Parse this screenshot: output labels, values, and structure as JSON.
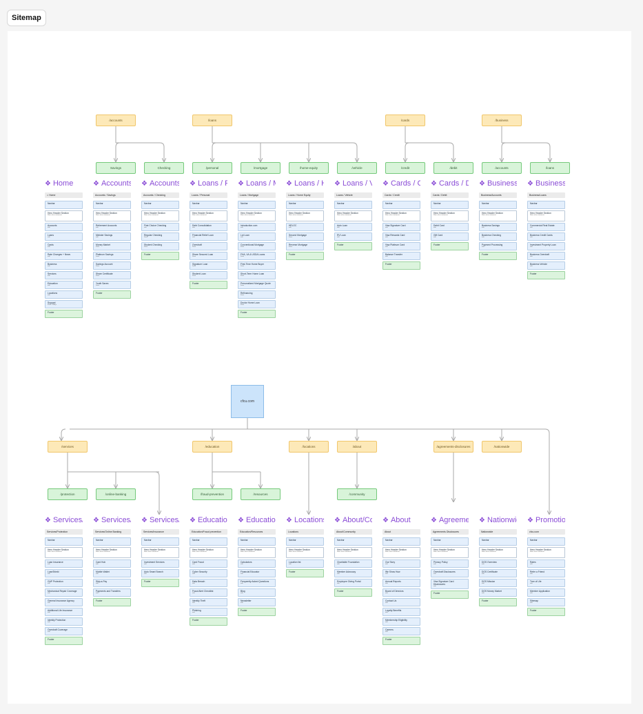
{
  "title": "Sitemap",
  "root": "cfcu.com",
  "top_sections": [
    {
      "label": "/accounts",
      "children": [
        "Savings",
        "Checking"
      ]
    },
    {
      "label": "/loans",
      "children": [
        "/personal",
        "/mortgage",
        "/home-equity",
        "/vehicle"
      ]
    },
    {
      "label": "/cards",
      "children": [
        "/credit",
        "/debit"
      ]
    },
    {
      "label": "/business",
      "children": [
        "/accounts",
        "/loans"
      ]
    }
  ],
  "bottom_sections": [
    {
      "label": "/services",
      "children": [
        "/protection",
        "/online-banking"
      ]
    },
    {
      "label": "/education",
      "children": [
        "/fraud-prevention",
        "/resources"
      ]
    },
    {
      "label": "/locations",
      "children": []
    },
    {
      "label": "/about",
      "children": [
        "/community"
      ]
    },
    {
      "label": "/agreements-disclosures",
      "children": []
    },
    {
      "label": "/nationwide",
      "children": []
    }
  ],
  "top_columns": [
    {
      "header": "Home",
      "title": "⌂ Home",
      "items": [
        {
          "t": "Navbar",
          "k": "nav"
        },
        {
          "t": "Hero Header Section",
          "s": "Main value statement",
          "k": "hero"
        },
        {
          "t": "Accounts",
          "s": "edit"
        },
        {
          "t": "Loans",
          "s": "edit"
        },
        {
          "t": "Cards",
          "s": "edit"
        },
        {
          "t": "Rate Changes + News",
          "s": "edit"
        },
        {
          "t": "Business",
          "s": "edit"
        },
        {
          "t": "Services",
          "s": "edit"
        },
        {
          "t": "Education",
          "s": "edit"
        },
        {
          "t": "Locations",
          "s": "edit"
        },
        {
          "t": "Support",
          "s": "Form + FAQs"
        },
        {
          "t": "Footer",
          "k": "foot"
        }
      ]
    },
    {
      "header": "Accounts / Savings",
      "title": "Accounts / Savings",
      "items": [
        {
          "t": "Navbar",
          "k": "nav"
        },
        {
          "t": "Hero Header Section",
          "s": "Main value statement",
          "k": "hero"
        },
        {
          "t": "Retirement Accounts",
          "s": "edit"
        },
        {
          "t": "Minister Savings",
          "s": "edit"
        },
        {
          "t": "Money Market",
          "s": "Form"
        },
        {
          "t": "Platinum Savings",
          "s": "Form"
        },
        {
          "t": "Savings Account",
          "s": "Form"
        },
        {
          "t": "Share Certificate",
          "s": "Form"
        },
        {
          "t": "Youth Saves",
          "s": "Form"
        },
        {
          "t": "Footer",
          "k": "foot"
        }
      ]
    },
    {
      "header": "Accounts / Checking",
      "title": "Accounts / Checking",
      "items": [
        {
          "t": "Navbar",
          "k": "nav"
        },
        {
          "t": "Hero Header Section",
          "s": "Main value statement",
          "k": "hero"
        },
        {
          "t": "First Choice Checking",
          "s": "edit"
        },
        {
          "t": "Regular Checking",
          "s": "Form"
        },
        {
          "t": "Student Checking",
          "s": "Form"
        },
        {
          "t": "Footer",
          "k": "foot"
        }
      ]
    },
    {
      "header": "Loans / Personal",
      "title": "Loans / Personal",
      "items": [
        {
          "t": "Navbar",
          "k": "nav"
        },
        {
          "t": "Hero Header Section",
          "s": "Main value statement",
          "k": "hero"
        },
        {
          "t": "Debt Consolidation",
          "s": "edit"
        },
        {
          "t": "Financial Relief Loan",
          "s": "edit"
        },
        {
          "t": "Overdraft",
          "s": "Form"
        },
        {
          "t": "Share Secured Loan",
          "s": "Form"
        },
        {
          "t": "Signature Loan",
          "s": "Form"
        },
        {
          "t": "Student Loan",
          "s": "Form"
        },
        {
          "t": "Footer",
          "k": "foot"
        }
      ]
    },
    {
      "header": "Loans / Mortgage",
      "title": "Loans / Mortgage",
      "items": [
        {
          "t": "Navbar",
          "k": "nav"
        },
        {
          "t": "Hero Header Section",
          "s": "Main value statement",
          "k": "hero"
        },
        {
          "t": "Introduction.com",
          "s": "edit"
        },
        {
          "t": "Lot Loan",
          "s": "edit"
        },
        {
          "t": "Conventional Mortgage",
          "s": "Form"
        },
        {
          "t": "FHA, VA & USDA Loans",
          "s": "Form"
        },
        {
          "t": "First-Time Home Buyer",
          "s": "Form"
        },
        {
          "t": "Short-Term Home Loan",
          "s": "Form"
        },
        {
          "t": "Personalized Mortgage Quote",
          "s": "Form"
        },
        {
          "t": "Refinancing",
          "s": "Form"
        },
        {
          "t": "Doctor Home Loan",
          "s": "Form"
        },
        {
          "t": "Footer",
          "k": "foot"
        }
      ]
    },
    {
      "header": "Loans / Home Equity",
      "title": "Loans / Home Equity",
      "items": [
        {
          "t": "Navbar",
          "k": "nav"
        },
        {
          "t": "Hero Header Section",
          "s": "Main value statement",
          "k": "hero"
        },
        {
          "t": "HELOC",
          "s": "edit"
        },
        {
          "t": "Second Mortgage",
          "s": "Form"
        },
        {
          "t": "Reverse Mortgage",
          "s": "Form"
        },
        {
          "t": "Footer",
          "k": "foot"
        }
      ]
    },
    {
      "header": "Loans / Vehicle",
      "title": "Loans / Vehicle",
      "items": [
        {
          "t": "Navbar",
          "k": "nav"
        },
        {
          "t": "Hero Header Section",
          "s": "Main value statement",
          "k": "hero"
        },
        {
          "t": "Auto Loan",
          "s": "edit"
        },
        {
          "t": "RV Loan",
          "s": "edit"
        },
        {
          "t": "Footer",
          "k": "foot"
        }
      ]
    },
    {
      "header": "Cards / Credit",
      "title": "Cards / Credit",
      "items": [
        {
          "t": "Navbar",
          "k": "nav"
        },
        {
          "t": "Hero Header Section",
          "s": "Main value statement",
          "k": "hero"
        },
        {
          "t": "Visa Signature Card",
          "s": "edit"
        },
        {
          "t": "Visa Rewards Card",
          "s": "edit"
        },
        {
          "t": "Visa Platinum Card",
          "s": "edit"
        },
        {
          "t": "Balance Transfer",
          "s": "edit"
        },
        {
          "t": "Footer",
          "k": "foot"
        }
      ]
    },
    {
      "header": "Cards / Debit",
      "title": "Cards / Debit",
      "items": [
        {
          "t": "Navbar",
          "k": "nav"
        },
        {
          "t": "Hero Header Section",
          "s": "Main value statement",
          "k": "hero"
        },
        {
          "t": "Debit Card",
          "s": "edit"
        },
        {
          "t": "Gift Card",
          "s": "edit"
        },
        {
          "t": "Footer",
          "k": "foot"
        }
      ]
    },
    {
      "header": "Business/Accounts",
      "title": "Business/Accounts",
      "items": [
        {
          "t": "Navbar",
          "k": "nav"
        },
        {
          "t": "Hero Header Section",
          "s": "Main value statement",
          "k": "hero"
        },
        {
          "t": "Business Savings",
          "s": "edit"
        },
        {
          "t": "Business Checking",
          "s": "edit"
        },
        {
          "t": "Payment Processing",
          "s": "edit"
        },
        {
          "t": "Footer",
          "k": "foot"
        }
      ]
    },
    {
      "header": "Business/Loans",
      "title": "Business/Loans",
      "items": [
        {
          "t": "Navbar",
          "k": "nav"
        },
        {
          "t": "Hero Header Section",
          "s": "Main value statement",
          "k": "hero"
        },
        {
          "t": "Commercial Real Estate",
          "s": "edit"
        },
        {
          "t": "Business Credit Cards",
          "s": "edit"
        },
        {
          "t": "Investment Property Loan",
          "s": "edit"
        },
        {
          "t": "Business Overdraft",
          "s": "edit"
        },
        {
          "t": "Business Vehicle",
          "s": "edit"
        },
        {
          "t": "Footer",
          "k": "foot"
        }
      ]
    }
  ],
  "bottom_columns": [
    {
      "header": "Services/Protection",
      "title": "Services/Protection",
      "items": [
        {
          "t": "Navbar",
          "k": "nav"
        },
        {
          "t": "Hero Header Section",
          "s": "Main value statement",
          "k": "hero"
        },
        {
          "t": "Loan Insurance",
          "s": "edit"
        },
        {
          "t": "LoanShield",
          "s": "edit"
        },
        {
          "t": "GAP Protection",
          "s": "edit"
        },
        {
          "t": "Mechanical Repair Coverage",
          "s": "edit"
        },
        {
          "t": "General Insurance Agency",
          "s": "edit"
        },
        {
          "t": "Additional Life Insurance",
          "s": "edit"
        },
        {
          "t": "Identity Protection",
          "s": "edit"
        },
        {
          "t": "Overdraft Coverage",
          "s": "edit"
        },
        {
          "t": "Footer",
          "k": "foot"
        }
      ]
    },
    {
      "header": "Services/Online Banking",
      "title": "Services/Online Banking",
      "items": [
        {
          "t": "Navbar",
          "k": "nav"
        },
        {
          "t": "Hero Header Section",
          "s": "Main value statement",
          "k": "hero"
        },
        {
          "t": "Card Hub",
          "s": "edit"
        },
        {
          "t": "Mobile Wallet",
          "s": "edit"
        },
        {
          "t": "Skip-a-Pay",
          "s": "edit"
        },
        {
          "t": "Payments and Transfers",
          "s": "edit"
        },
        {
          "t": "Footer",
          "k": "foot"
        }
      ]
    },
    {
      "header": "Services/Insurance",
      "title": "Services/Insurance",
      "items": [
        {
          "t": "Navbar",
          "k": "nav"
        },
        {
          "t": "Hero Header Section",
          "s": "Main value statement",
          "k": "hero"
        },
        {
          "t": "Investment Services",
          "s": "edit"
        },
        {
          "t": "Auto Smart Search",
          "s": "edit"
        },
        {
          "t": "Footer",
          "k": "foot"
        }
      ]
    },
    {
      "header": "Education/Fraud prevention",
      "title": "Education/Fraud prevention",
      "items": [
        {
          "t": "Navbar",
          "k": "nav"
        },
        {
          "t": "Hero Header Section",
          "s": "Main value statement",
          "k": "hero"
        },
        {
          "t": "Card Fraud",
          "s": "edit"
        },
        {
          "t": "Cyber Security",
          "s": "edit"
        },
        {
          "t": "Data Breach",
          "s": "edit"
        },
        {
          "t": "Fraud Alert Checklist",
          "s": "edit"
        },
        {
          "t": "Identity Theft",
          "s": "edit"
        },
        {
          "t": "Phishing",
          "s": "edit"
        },
        {
          "t": "Footer",
          "k": "foot"
        }
      ]
    },
    {
      "header": "Education/Resources",
      "title": "Education/Resources",
      "items": [
        {
          "t": "Navbar",
          "k": "nav"
        },
        {
          "t": "Hero Header Section",
          "s": "Main value statement",
          "k": "hero"
        },
        {
          "t": "Calculators",
          "s": "edit"
        },
        {
          "t": "Financial Educator",
          "s": "edit"
        },
        {
          "t": "Frequently Asked Questions",
          "s": "edit"
        },
        {
          "t": "Blog",
          "s": "edit"
        },
        {
          "t": "Newsletter",
          "s": "edit"
        },
        {
          "t": "Footer",
          "k": "foot"
        }
      ]
    },
    {
      "header": "Locations",
      "title": "Locations",
      "items": [
        {
          "t": "Navbar",
          "k": "nav"
        },
        {
          "t": "Hero Header Section",
          "s": "Main value statement",
          "k": "hero"
        },
        {
          "t": "Location list",
          "s": "edit"
        },
        {
          "t": "Footer",
          "k": "foot"
        }
      ]
    },
    {
      "header": "About/Community",
      "title": "About/Community",
      "items": [
        {
          "t": "Navbar",
          "k": "nav"
        },
        {
          "t": "Hero Header Section",
          "s": "Main value statement",
          "k": "hero"
        },
        {
          "t": "Charitable Foundation",
          "s": "edit"
        },
        {
          "t": "Member Advocacy",
          "s": "edit"
        },
        {
          "t": "Employee Giving Portal",
          "s": "edit"
        },
        {
          "t": "Footer",
          "k": "foot"
        }
      ]
    },
    {
      "header": "About",
      "title": "About",
      "items": [
        {
          "t": "Navbar",
          "k": "nav"
        },
        {
          "t": "Hero Header Section",
          "s": "Main value statement",
          "k": "hero"
        },
        {
          "t": "Our Story",
          "s": "edit"
        },
        {
          "t": "We Show How",
          "s": "edit"
        },
        {
          "t": "Annual Reports",
          "s": "edit"
        },
        {
          "t": "Board of Directors",
          "s": "edit"
        },
        {
          "t": "Contact Us",
          "s": "edit"
        },
        {
          "t": "Loyalty Benefits",
          "s": "edit"
        },
        {
          "t": "Membership Eligibility",
          "s": "edit"
        },
        {
          "t": "Careers",
          "s": "edit"
        },
        {
          "t": "Footer",
          "k": "foot"
        }
      ]
    },
    {
      "header": "Agreements Disclosures",
      "title": "Agreements Disclosures",
      "items": [
        {
          "t": "Navbar",
          "k": "nav"
        },
        {
          "t": "Hero Header Section",
          "s": "Main value statement",
          "k": "hero"
        },
        {
          "t": "Privacy Policy",
          "s": "edit"
        },
        {
          "t": "Overdraft Disclosures",
          "s": "edit"
        },
        {
          "t": "Visa Signature Card Disclosures",
          "s": "edit"
        },
        {
          "t": "Footer",
          "k": "foot"
        }
      ]
    },
    {
      "header": "Nationwide",
      "title": "Nationwide",
      "items": [
        {
          "t": "Navbar",
          "k": "nav"
        },
        {
          "t": "Hero Header Section",
          "s": "Main value statement",
          "k": "hero"
        },
        {
          "t": "DOS Overview",
          "s": "edit"
        },
        {
          "t": "DOS Certificate",
          "s": "edit"
        },
        {
          "t": "DOS Mission",
          "s": "edit"
        },
        {
          "t": "DOS Money Market",
          "s": "edit"
        },
        {
          "t": "Footer",
          "k": "foot"
        }
      ]
    },
    {
      "header": "Promotions",
      "title": "cfcu.com",
      "items": [
        {
          "t": "Navbar",
          "k": "nav"
        },
        {
          "t": "Hero Header Section",
          "s": "Main value statement",
          "k": "hero"
        },
        {
          "t": "Rates",
          "s": "edit"
        },
        {
          "t": "Refer a Friend",
          "s": "edit"
        },
        {
          "t": "Tree of Life",
          "s": "edit"
        },
        {
          "t": "Member Application",
          "s": "edit"
        },
        {
          "t": "Sitemap",
          "s": "edit"
        },
        {
          "t": "Footer",
          "k": "foot"
        }
      ]
    }
  ],
  "colors": {
    "yellow": "#fde9b8",
    "green": "#d8f4d9",
    "blue": "#cce4fb",
    "accent": "#8a4cd6",
    "connector": "#a9a9a9"
  }
}
